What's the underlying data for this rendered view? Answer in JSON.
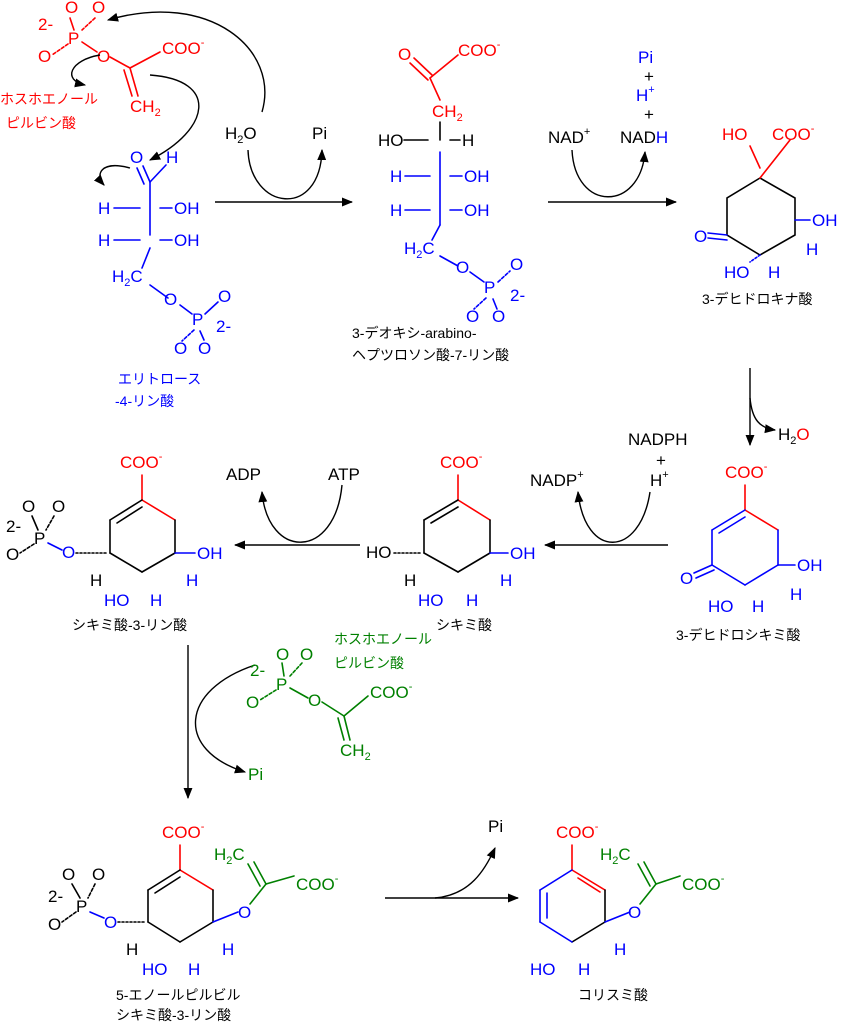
{
  "colors": {
    "black": "#000000",
    "red": "#ff0000",
    "blue": "#0000ff",
    "green": "#008000"
  },
  "labels": {
    "pep_top": "ホスホエノール\nピルビン酸",
    "e4p": "エリトロース\n-4-リン酸",
    "dahp": "3-デオキシ-arabino-\nヘプツロソン酸-7-リン酸",
    "dhq": "3-デヒドロキナ酸",
    "dhs": "3-デヒドロシキミ酸",
    "shikimate": "シキミ酸",
    "s3p": "シキミ酸-3-リン酸",
    "pep_mid": "ホスホエノール\nピルビン酸",
    "epsp": "5-エノールピルビル\nシキミ酸-3-リン酸",
    "chorismate": "コリスミ酸"
  },
  "cofactors": {
    "h2o_in": "H2O",
    "pi_1": "Pi",
    "nad_in": "NAD+",
    "nadh_out": "NADH",
    "pi_2": "Pi",
    "hplus_1": "H+",
    "plus_1": "+",
    "plus_2": "+",
    "h2o_out": "H2O",
    "nadph": "NADPH",
    "plus_3": "+",
    "hplus_2": "H+",
    "nadp": "NADP+",
    "atp": "ATP",
    "adp": "ADP",
    "pi_3": "Pi",
    "pi_4": "Pi"
  },
  "atoms": {
    "coo": "COO",
    "minus": "-",
    "o": "O",
    "p": "P",
    "h": "H",
    "oh": "OH",
    "ho": "HO",
    "ch2": "CH2",
    "h2c": "H2C",
    "charge2": "2-"
  }
}
